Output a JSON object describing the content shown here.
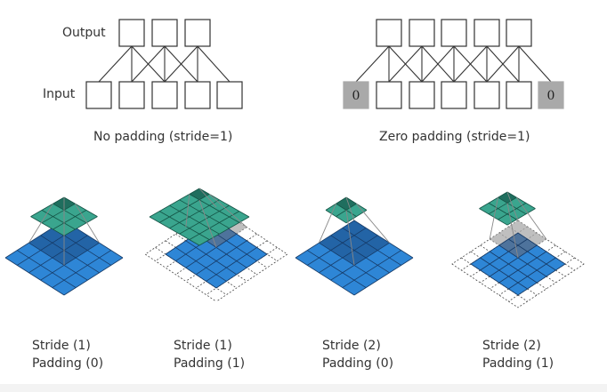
{
  "top": {
    "left_panel": {
      "output_label": "Output",
      "input_label": "Input",
      "caption": "No padding (stride=1)"
    },
    "right_panel": {
      "pad_value_left": "0",
      "pad_value_right": "0",
      "caption": "Zero padding (stride=1)"
    }
  },
  "bottom": {
    "panels": [
      {
        "stride": "Stride (1)",
        "padding": "Padding (0)"
      },
      {
        "stride": "Stride (1)",
        "padding": "Padding (1)"
      },
      {
        "stride": "Stride (2)",
        "padding": "Padding (0)"
      },
      {
        "stride": "Stride (2)",
        "padding": "Padding (1)"
      }
    ]
  },
  "colors": {
    "output_teal": "#3aa58e",
    "output_teal_dark": "#1f6e5e",
    "input_blue": "#2e86d6",
    "input_blue_dark": "#1d4f86",
    "pad_gray": "#a9a9a9",
    "box_stroke": "#333333"
  }
}
